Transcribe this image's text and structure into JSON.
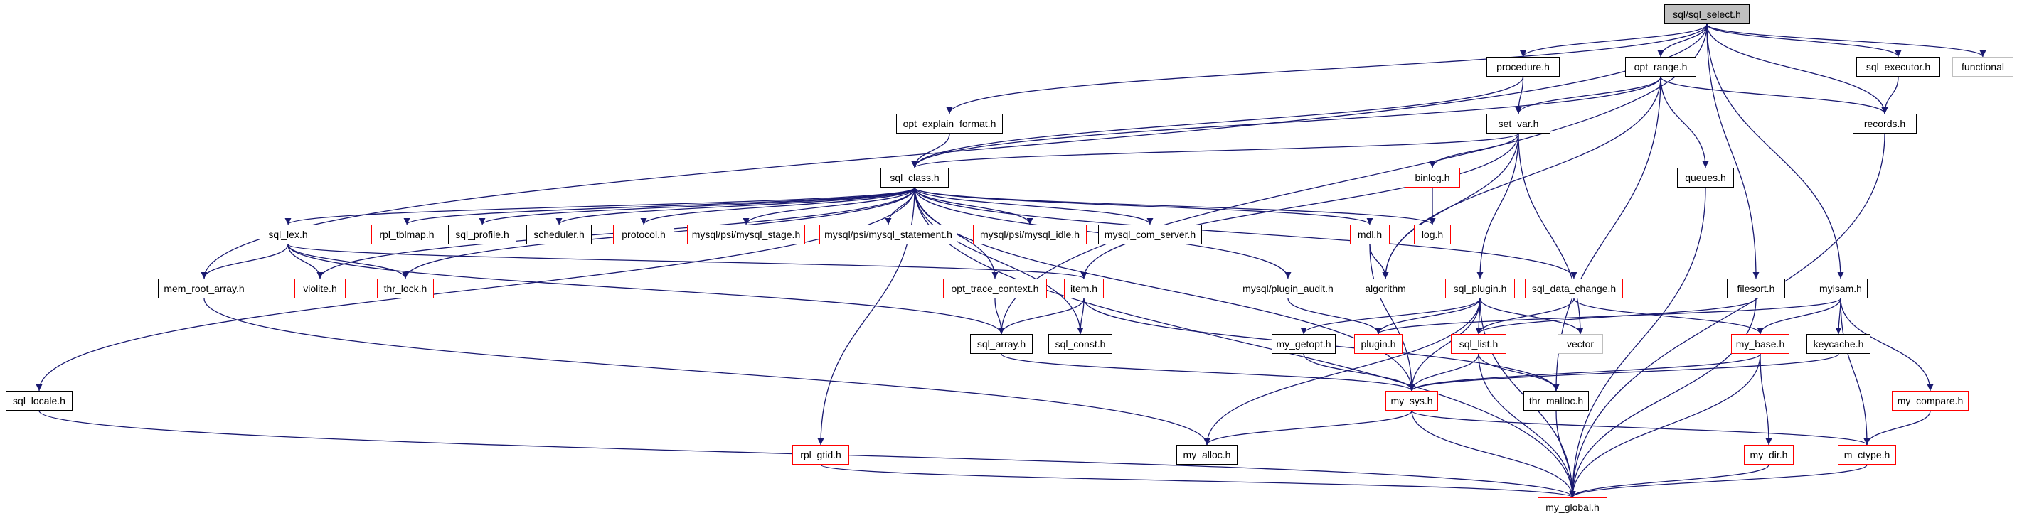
{
  "colors": {
    "edge": "#191970",
    "box_black": "#000000",
    "box_red": "#ff0000",
    "box_gray": "#bfbfbf",
    "root_fill": "#bfbfbf"
  },
  "nodes": {
    "sql_select": {
      "label": "sql/sql_select.h",
      "style": "root"
    },
    "procedure": {
      "label": "procedure.h",
      "style": "black"
    },
    "opt_range": {
      "label": "opt_range.h",
      "style": "black"
    },
    "sql_executor": {
      "label": "sql_executor.h",
      "style": "black"
    },
    "functional": {
      "label": "functional",
      "style": "gray"
    },
    "opt_explain_format": {
      "label": "opt_explain_format.h",
      "style": "black"
    },
    "set_var": {
      "label": "set_var.h",
      "style": "black"
    },
    "records": {
      "label": "records.h",
      "style": "black"
    },
    "sql_class": {
      "label": "sql_class.h",
      "style": "black"
    },
    "binlog": {
      "label": "binlog.h",
      "style": "red"
    },
    "queues": {
      "label": "queues.h",
      "style": "black"
    },
    "sql_lex": {
      "label": "sql_lex.h",
      "style": "red"
    },
    "rpl_tblmap": {
      "label": "rpl_tblmap.h",
      "style": "red"
    },
    "sql_profile": {
      "label": "sql_profile.h",
      "style": "black"
    },
    "scheduler": {
      "label": "scheduler.h",
      "style": "black"
    },
    "protocol": {
      "label": "protocol.h",
      "style": "red"
    },
    "mysql_stage": {
      "label": "mysql/psi/mysql_stage.h",
      "style": "red"
    },
    "mysql_statement": {
      "label": "mysql/psi/mysql_statement.h",
      "style": "red"
    },
    "mysql_idle": {
      "label": "mysql/psi/mysql_idle.h",
      "style": "red"
    },
    "mysql_com_server": {
      "label": "mysql_com_server.h",
      "style": "black"
    },
    "mdl": {
      "label": "mdl.h",
      "style": "red"
    },
    "log": {
      "label": "log.h",
      "style": "red"
    },
    "mem_root_array": {
      "label": "mem_root_array.h",
      "style": "black"
    },
    "violite": {
      "label": "violite.h",
      "style": "red"
    },
    "thr_lock": {
      "label": "thr_lock.h",
      "style": "red"
    },
    "opt_trace_context": {
      "label": "opt_trace_context.h",
      "style": "red"
    },
    "item": {
      "label": "item.h",
      "style": "red"
    },
    "plugin_audit": {
      "label": "mysql/plugin_audit.h",
      "style": "black"
    },
    "algorithm": {
      "label": "algorithm",
      "style": "gray"
    },
    "sql_plugin": {
      "label": "sql_plugin.h",
      "style": "red"
    },
    "sql_data_change": {
      "label": "sql_data_change.h",
      "style": "red"
    },
    "filesort": {
      "label": "filesort.h",
      "style": "black"
    },
    "myisam": {
      "label": "myisam.h",
      "style": "black"
    },
    "sql_array": {
      "label": "sql_array.h",
      "style": "black"
    },
    "sql_const": {
      "label": "sql_const.h",
      "style": "black"
    },
    "my_getopt": {
      "label": "my_getopt.h",
      "style": "black"
    },
    "plugin": {
      "label": "plugin.h",
      "style": "red"
    },
    "sql_list": {
      "label": "sql_list.h",
      "style": "red"
    },
    "vector": {
      "label": "vector",
      "style": "gray"
    },
    "my_base": {
      "label": "my_base.h",
      "style": "red"
    },
    "keycache": {
      "label": "keycache.h",
      "style": "black"
    },
    "sql_locale": {
      "label": "sql_locale.h",
      "style": "black"
    },
    "my_sys": {
      "label": "my_sys.h",
      "style": "red"
    },
    "thr_malloc": {
      "label": "thr_malloc.h",
      "style": "black"
    },
    "my_compare": {
      "label": "my_compare.h",
      "style": "red"
    },
    "rpl_gtid": {
      "label": "rpl_gtid.h",
      "style": "red"
    },
    "my_alloc": {
      "label": "my_alloc.h",
      "style": "black"
    },
    "my_dir": {
      "label": "my_dir.h",
      "style": "red"
    },
    "m_ctype": {
      "label": "m_ctype.h",
      "style": "red"
    },
    "my_global": {
      "label": "my_global.h",
      "style": "red"
    }
  }
}
